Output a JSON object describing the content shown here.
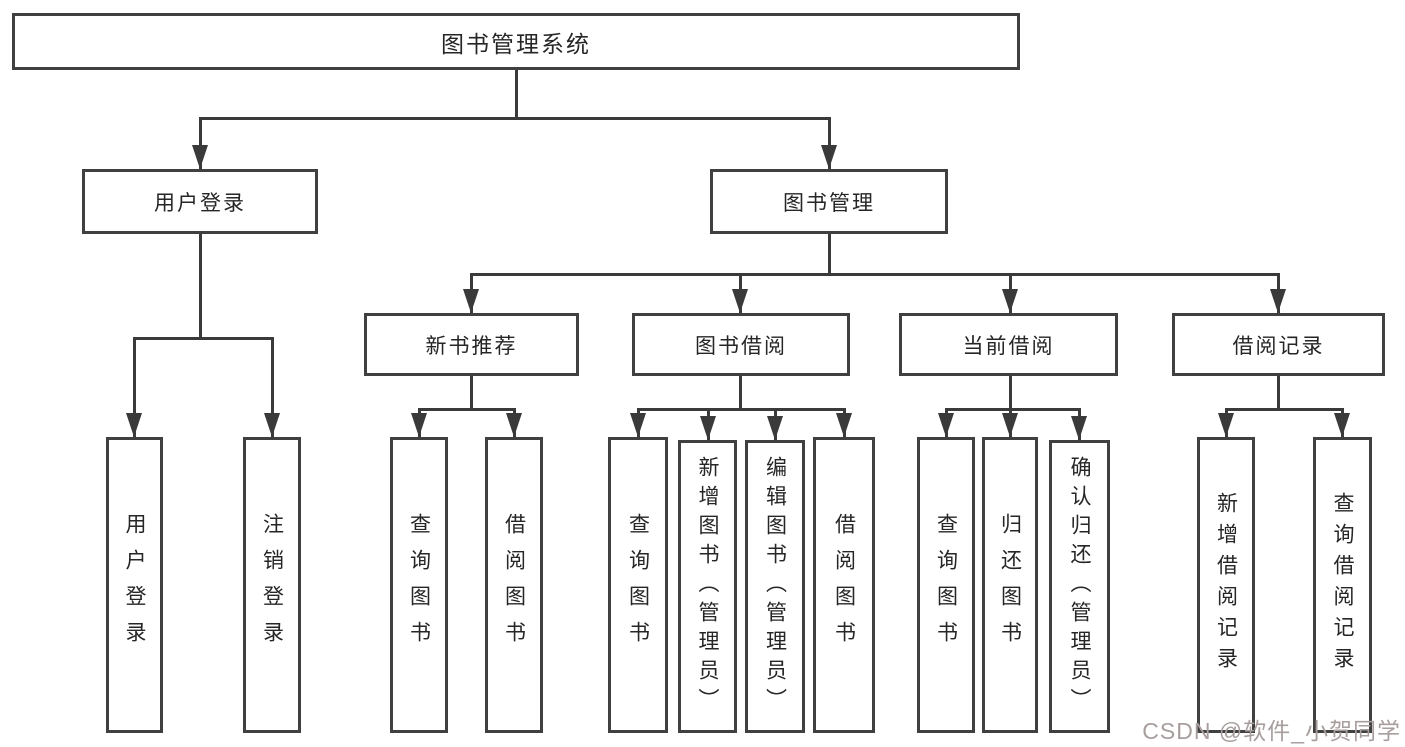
{
  "diagram": {
    "title": "图书管理系统",
    "colors": {
      "line": "#3a3a3a",
      "border": "#404040",
      "text": "#262626",
      "background": "#ffffff",
      "watermark": "#a89e9e"
    },
    "watermark": {
      "text": "CSDN @软件_小贺同学"
    },
    "nodes": {
      "root": {
        "label": "图书管理系统"
      },
      "user_login": {
        "label": "用户登录"
      },
      "book_management": {
        "label": "图书管理"
      },
      "new_book_recommend": {
        "label": "新书推荐"
      },
      "book_borrowing": {
        "label": "图书借阅"
      },
      "current_borrowing": {
        "label": "当前借阅"
      },
      "borrowing_records": {
        "label": "借阅记录"
      },
      "ul_user_login": {
        "label": "用户登录"
      },
      "ul_logout": {
        "label": "注销登录"
      },
      "nr_query_books": {
        "label": "查询图书"
      },
      "nr_borrow_books": {
        "label": "借阅图书"
      },
      "bb_query_books": {
        "label": "查询图书"
      },
      "bb_add_books": {
        "label": "新增图书（管理员）"
      },
      "bb_edit_books": {
        "label": "编辑图书（管理员）"
      },
      "bb_borrow_books": {
        "label": "借阅图书"
      },
      "cb_query_books": {
        "label": "查询图书"
      },
      "cb_return_books": {
        "label": "归还图书"
      },
      "cb_confirm_return": {
        "label": "确认归还（管理员）"
      },
      "br_add_record": {
        "label": "新增借阅记录"
      },
      "br_query_record": {
        "label": "查询借阅记录"
      }
    },
    "edges": [
      [
        "root",
        "user_login"
      ],
      [
        "root",
        "book_management"
      ],
      [
        "user_login",
        "ul_user_login"
      ],
      [
        "user_login",
        "ul_logout"
      ],
      [
        "book_management",
        "new_book_recommend"
      ],
      [
        "book_management",
        "book_borrowing"
      ],
      [
        "book_management",
        "current_borrowing"
      ],
      [
        "book_management",
        "borrowing_records"
      ],
      [
        "new_book_recommend",
        "nr_query_books"
      ],
      [
        "new_book_recommend",
        "nr_borrow_books"
      ],
      [
        "book_borrowing",
        "bb_query_books"
      ],
      [
        "book_borrowing",
        "bb_add_books"
      ],
      [
        "book_borrowing",
        "bb_edit_books"
      ],
      [
        "book_borrowing",
        "bb_borrow_books"
      ],
      [
        "current_borrowing",
        "cb_query_books"
      ],
      [
        "current_borrowing",
        "cb_return_books"
      ],
      [
        "current_borrowing",
        "cb_confirm_return"
      ],
      [
        "borrowing_records",
        "br_add_record"
      ],
      [
        "borrowing_records",
        "br_query_record"
      ]
    ]
  }
}
